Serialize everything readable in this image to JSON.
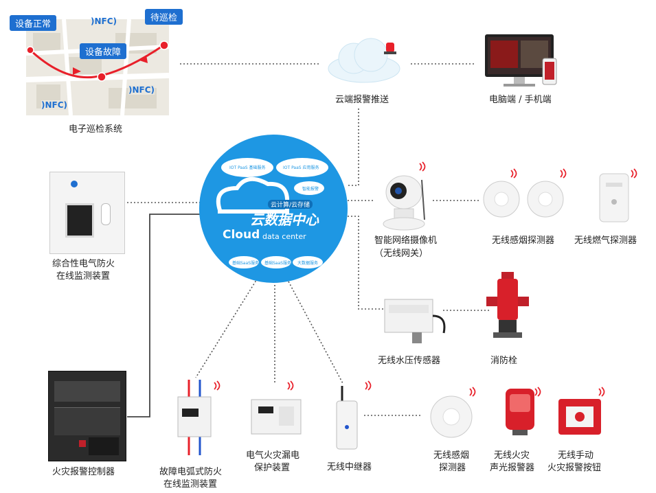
{
  "patrol": {
    "status_normal": "设备正常",
    "status_fault": "设备故障",
    "status_pending": "待巡检",
    "nfc_tag": "NFC",
    "caption": "电子巡检系统"
  },
  "cloud_push": {
    "caption": "云端报警推送"
  },
  "terminal": {
    "caption": "电脑端 / 手机端"
  },
  "data_center": {
    "title_cn": "云数据中心",
    "badge": "云计算/云存储",
    "title_en": "Cloud",
    "subtitle_en": "data center",
    "paas_left": "IOT PaaS 基础服务",
    "paas_right": "IOT PaaS 应用服务",
    "service_small": "智能报警",
    "saas_1": "基础SaaS服务",
    "saas_2": "基础SaaS服务",
    "saas_3": "大数据服务"
  },
  "devices": {
    "electrical_monitor": [
      "综合性电气防火",
      "在线监测装置"
    ],
    "camera": [
      "智能网络摄像机",
      "（无线网关）"
    ],
    "smoke_detector_top": "无线感烟探测器",
    "gas_detector": "无线燃气探测器",
    "pressure_sensor": "无线水压传感器",
    "hydrant": "消防栓",
    "fire_controller": "火灾报警控制器",
    "arc_monitor": [
      "故障电弧式防火",
      "在线监测装置"
    ],
    "leakage_device": [
      "电气火灾漏电",
      "保护装置"
    ],
    "repeater": "无线中继器",
    "smoke_detector_bottom": [
      "无线感烟",
      "探测器"
    ],
    "sound_light_alarm": [
      "无线火灾",
      "声光报警器"
    ],
    "manual_button": [
      "无线手动",
      "火灾报警按钮"
    ]
  },
  "colors": {
    "cloud_blue": "#1e97e3",
    "route_red": "#e8202a",
    "callout_blue": "#1e6fd0",
    "wire_gray": "#555555"
  }
}
